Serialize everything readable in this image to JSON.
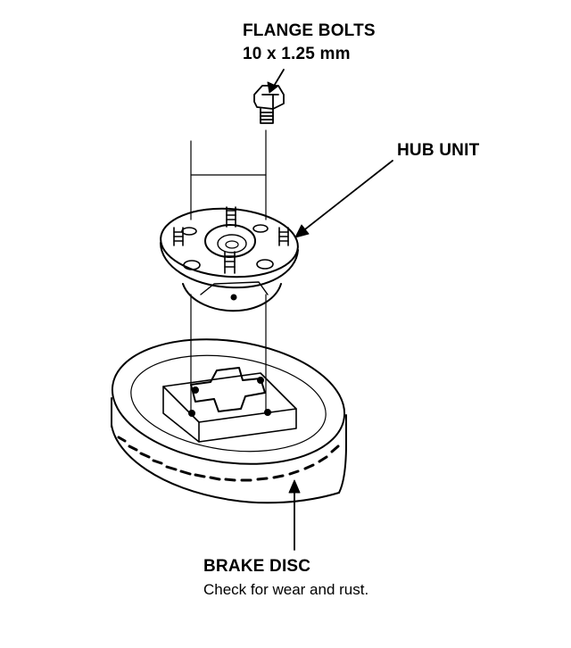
{
  "labels": {
    "flange_bolts": "FLANGE BOLTS",
    "flange_bolts_spec": "10 x 1.25 mm",
    "hub_unit": "HUB UNIT",
    "brake_disc": "BRAKE DISC",
    "brake_disc_note": "Check for wear and rust."
  },
  "colors": {
    "ink": "#000000",
    "paper": "#ffffff"
  }
}
